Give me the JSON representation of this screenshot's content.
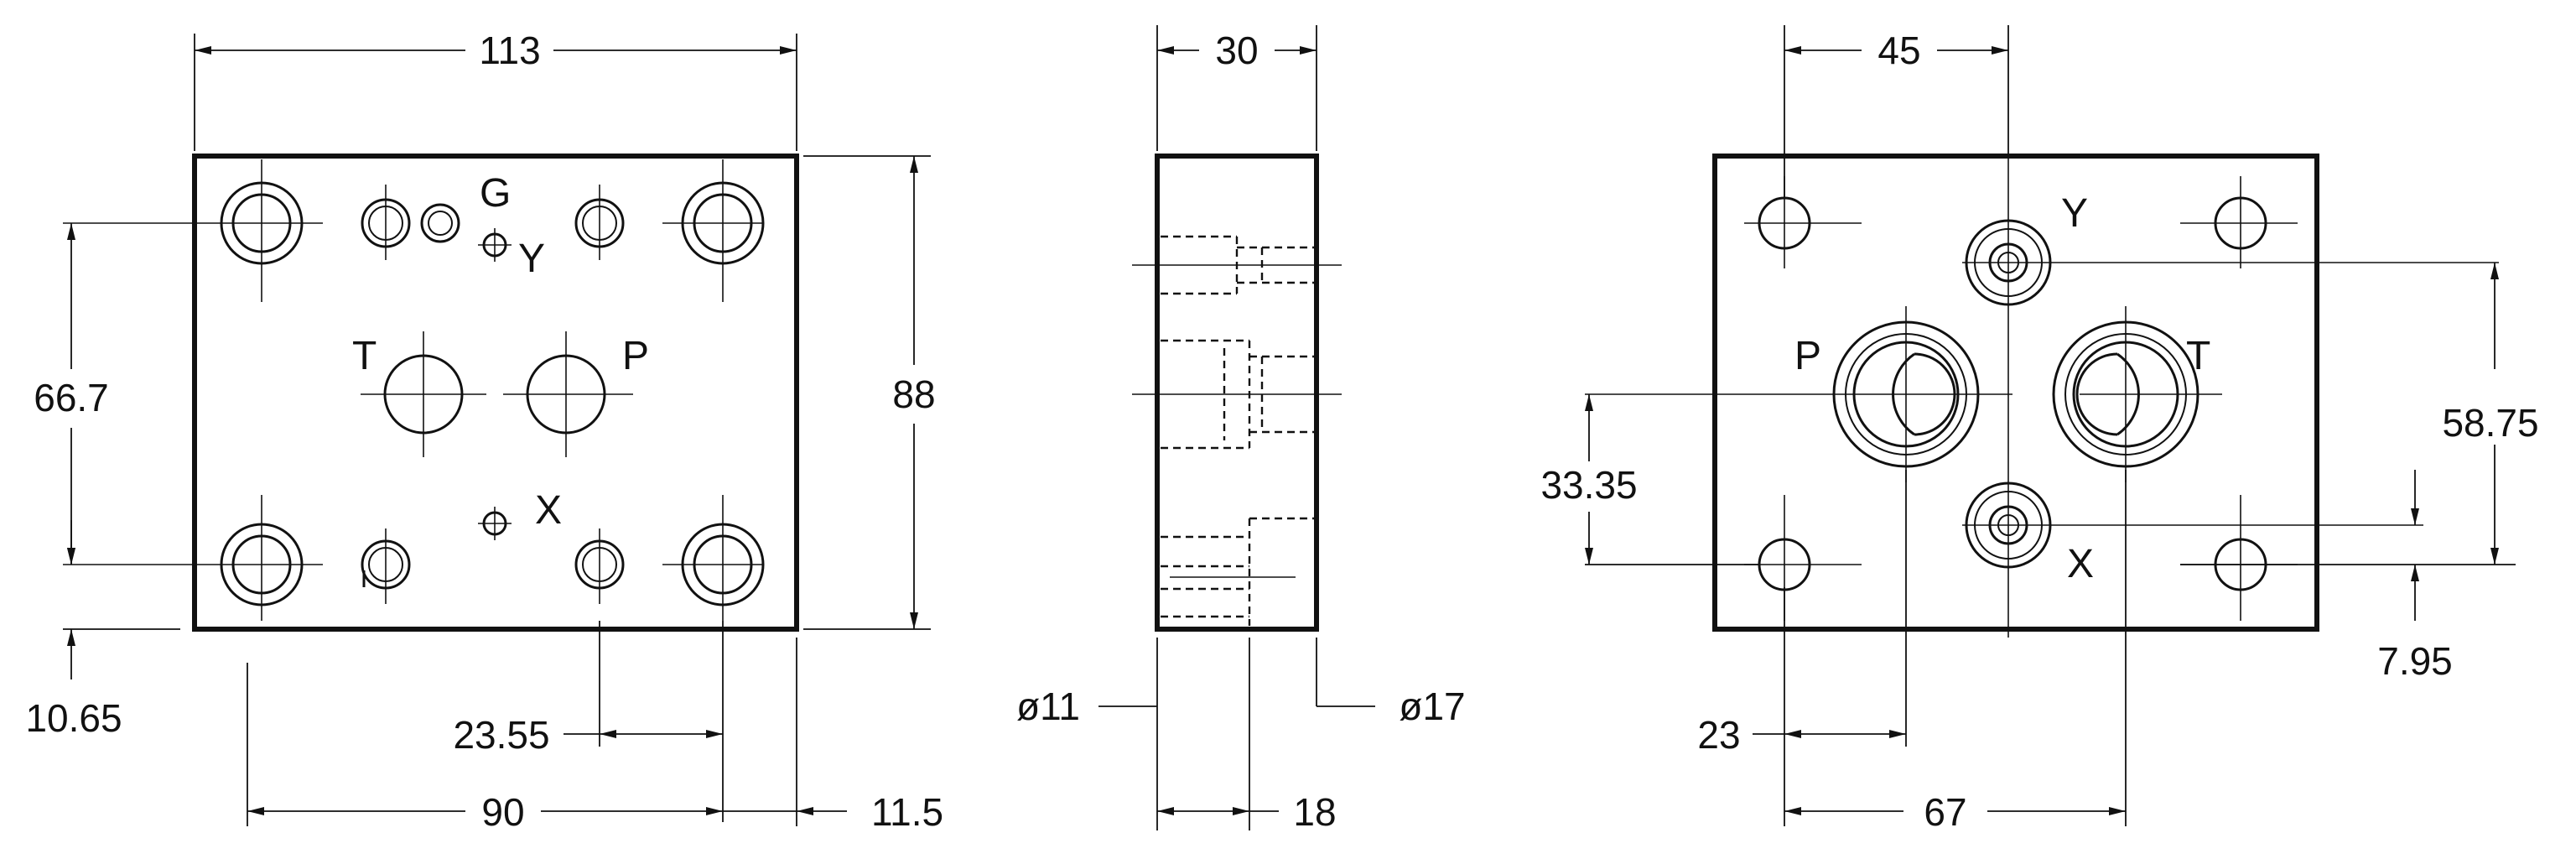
{
  "front_view": {
    "dims": {
      "width": "113",
      "height": "88",
      "bolt_v": "66.7",
      "bottom_off": "10.65",
      "bolt_h": "90",
      "right_off": "11.5",
      "xp": "23.55"
    },
    "ports": {
      "T": "T",
      "P": "P",
      "G": "G",
      "Y": "Y",
      "X": "X"
    }
  },
  "side_view": {
    "dims": {
      "thickness": "30",
      "depth": "18",
      "d_small": "ø11",
      "d_large": "ø17"
    }
  },
  "rear_view": {
    "dims": {
      "y_off": "45",
      "t_v": "58.75",
      "p_v": "33.35",
      "x_v": "7.95",
      "p_h": "23",
      "t_h": "67"
    },
    "ports": {
      "P": "P",
      "T": "T",
      "Y": "Y",
      "X": "X"
    }
  }
}
